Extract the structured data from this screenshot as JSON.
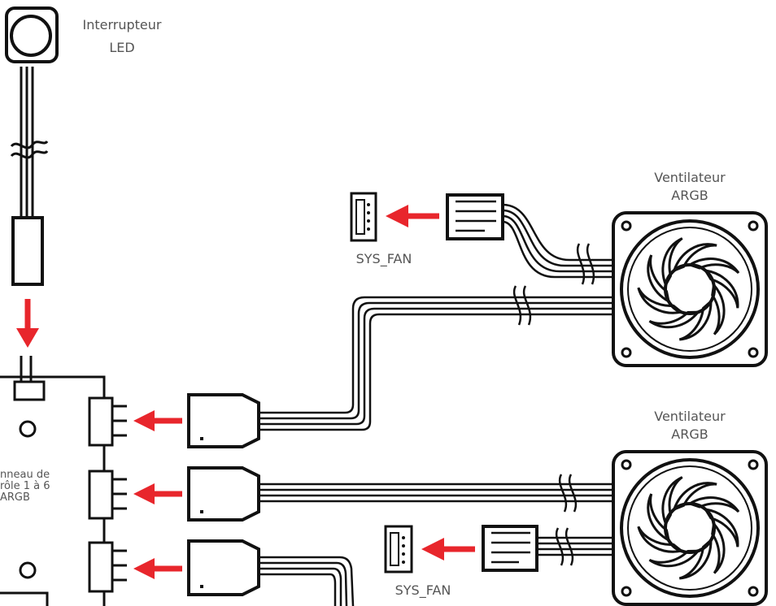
{
  "labels": {
    "led_switch_line1": "Interrupteur",
    "led_switch_line2": "LED",
    "fan_top_line1": "Ventilateur",
    "fan_top_line2": "ARGB",
    "fan_bottom_line1": "Ventilateur",
    "fan_bottom_line2": "ARGB",
    "sys_fan_top": "SYS_FAN",
    "sys_fan_bottom": "SYS_FAN",
    "panel_line1": "nneau de",
    "panel_line2": "rôle 1 à 6",
    "panel_line3": "ARGB"
  },
  "colors": {
    "arrow": "#e8262c",
    "line": "#111111",
    "text": "#555555"
  },
  "icons": [
    "led-switch-icon",
    "fan-icon",
    "header-connector-icon",
    "plug-icon",
    "arrow-left-icon",
    "arrow-down-icon"
  ]
}
